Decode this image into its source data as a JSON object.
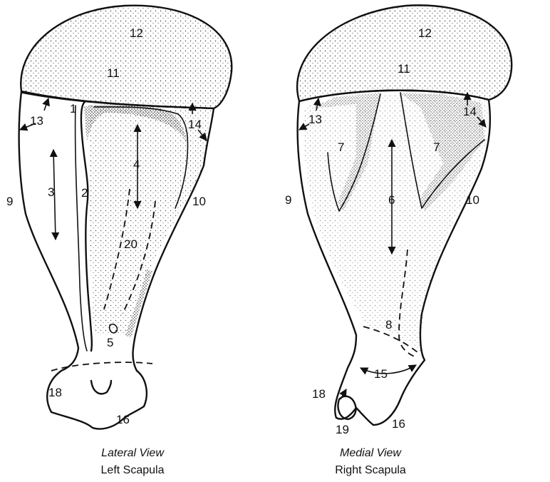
{
  "lateral_view": {
    "caption_view": "Lateral View",
    "caption_bone": "Left Scapula",
    "labels": {
      "l1": "1",
      "l2": "2",
      "l3": "3",
      "l4": "4",
      "l5": "5",
      "l9": "9",
      "l10": "10",
      "l11": "11",
      "l12": "12",
      "l13": "13",
      "l14": "14",
      "l16": "16",
      "l18": "18",
      "l20": "20"
    }
  },
  "medial_view": {
    "caption_view": "Medial View",
    "caption_bone": "Right Scapula",
    "labels": {
      "l6": "6",
      "l7a": "7",
      "l7b": "7",
      "l8": "8",
      "l9": "9",
      "l10": "10",
      "l11": "11",
      "l12": "12",
      "l13": "13",
      "l14": "14",
      "l15": "15",
      "l16": "16",
      "l18": "18",
      "l19": "19"
    }
  }
}
